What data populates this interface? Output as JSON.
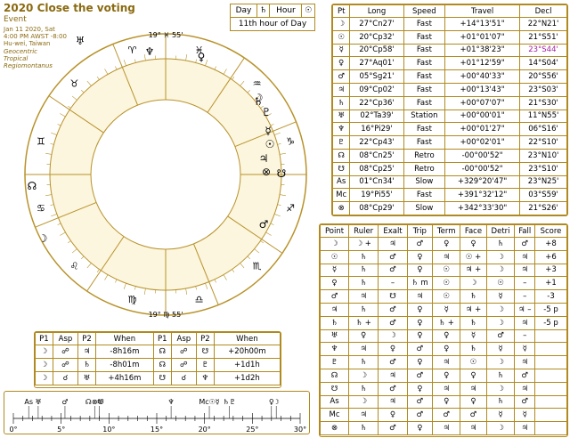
{
  "header": {
    "title": "2020 Close the voting",
    "subtitle": "Event",
    "lines": [
      "Jan 11 2020, Sat",
      "4:00 PM AWST -8:00",
      "Hu-wei, Taiwan"
    ],
    "italic_lines": [
      "Geocentric",
      "Tropical",
      "Regiomontanus"
    ]
  },
  "dayhour": {
    "day_label": "Day",
    "day_glyph": "♄",
    "hour_label": "Hour",
    "hour_glyph": "☉",
    "caption": "11th hour of Day"
  },
  "wheel": {
    "cusp_labels": [
      "19° ♓ 55'",
      "19° ♍ 55'"
    ],
    "sign_glyphs": [
      "♈",
      "♉",
      "♊",
      "♋",
      "♌",
      "♍",
      "♎",
      "♏",
      "♐",
      "♑",
      "♒",
      "♓"
    ]
  },
  "positions": {
    "headers": [
      "Pt",
      "Long",
      "Speed",
      "Travel",
      "Decl"
    ],
    "rows": [
      {
        "pt": "☽",
        "long": "27°Cn27'",
        "speed": "Fast",
        "travel": "+14°13'51\"",
        "decl": "22°N21'"
      },
      {
        "pt": "☉",
        "long": "20°Cp32'",
        "speed": "Fast",
        "travel": "+01°01'07\"",
        "decl": "21°S51'"
      },
      {
        "pt": "☿",
        "long": "20°Cp58'",
        "speed": "Fast",
        "travel": "+01°38'23\"",
        "decl": "23°S44'",
        "purple": true
      },
      {
        "pt": "♀",
        "long": "27°Aq01'",
        "speed": "Fast",
        "travel": "+01°12'59\"",
        "decl": "14°S04'"
      },
      {
        "pt": "♂",
        "long": "05°Sg21'",
        "speed": "Fast",
        "travel": "+00°40'33\"",
        "decl": "20°S56'"
      },
      {
        "pt": "♃",
        "long": "09°Cp02'",
        "speed": "Fast",
        "travel": "+00°13'43\"",
        "decl": "23°S03'"
      },
      {
        "pt": "♄",
        "long": "22°Cp36'",
        "speed": "Fast",
        "travel": "+00°07'07\"",
        "decl": "21°S30'"
      },
      {
        "pt": "♅",
        "long": "02°Ta39'",
        "speed": "Station",
        "travel": "+00°00'01\"",
        "decl": "11°N55'"
      },
      {
        "pt": "♆",
        "long": "16°Pi29'",
        "speed": "Fast",
        "travel": "+00°01'27\"",
        "decl": "06°S16'"
      },
      {
        "pt": "♇",
        "long": "22°Cp43'",
        "speed": "Fast",
        "travel": "+00°02'01\"",
        "decl": "22°S10'"
      },
      {
        "pt": "☊",
        "long": "08°Cn25'",
        "speed": "Retro",
        "travel": "-00°00'52\"",
        "decl": "23°N10'"
      },
      {
        "pt": "☋",
        "long": "08°Cp25'",
        "speed": "Retro",
        "travel": "-00°00'52\"",
        "decl": "23°S10'"
      },
      {
        "pt": "As",
        "long": "01°Cn34'",
        "speed": "Slow",
        "travel": "+329°20'47\"",
        "decl": "23°N25'"
      },
      {
        "pt": "Mc",
        "long": "19°Pi55'",
        "speed": "Fast",
        "travel": "+391°32'12\"",
        "decl": "03°S59'"
      },
      {
        "pt": "⊗",
        "long": "08°Cp29'",
        "speed": "Slow",
        "travel": "+342°33'30\"",
        "decl": "21°S26'"
      }
    ]
  },
  "dignities": {
    "headers": [
      "Point",
      "Ruler",
      "Exalt",
      "Trip",
      "Term",
      "Face",
      "Detri",
      "Fall",
      "Score"
    ],
    "rows": [
      [
        "☽",
        "☽ +",
        "♃",
        "♂",
        "♀",
        "♀",
        "♄",
        "♂",
        "+8"
      ],
      [
        "☉",
        "♄",
        "♂",
        "♀",
        "♃",
        "☉ +",
        "☽",
        "♃",
        "+6"
      ],
      [
        "☿",
        "♄",
        "♂",
        "♀",
        "☉",
        "♃ +",
        "☽",
        "♃",
        "+3"
      ],
      [
        "♀",
        "♄",
        "–",
        "♄ m",
        "☉",
        "☽",
        "☉",
        "–",
        "+1"
      ],
      [
        "♂",
        "♃",
        "☋",
        "♃",
        "☉",
        "♄",
        "☿",
        "–",
        "-3"
      ],
      [
        "♃",
        "♄",
        "♂",
        "♀",
        "☿",
        "♃ +",
        "☽",
        "♃ –",
        "-5 p"
      ],
      [
        "♄",
        "♄ +",
        "♂",
        "♀",
        "♄ +",
        "♄",
        "☽",
        "♃",
        "-5 p"
      ],
      [
        "♅",
        "♀",
        "☽",
        "♀",
        "♀",
        "☿",
        "♂",
        "–",
        ""
      ],
      [
        "♆",
        "♃",
        "♀",
        "♂",
        "♀",
        "♄",
        "☿",
        "☿",
        ""
      ],
      [
        "♇",
        "♄",
        "♂",
        "♀",
        "♃",
        "☉",
        "☽",
        "♃",
        ""
      ],
      [
        "☊",
        "☽",
        "♃",
        "♂",
        "♀",
        "♀",
        "♄",
        "♂",
        ""
      ],
      [
        "☋",
        "♄",
        "♂",
        "♀",
        "♃",
        "♃",
        "☽",
        "♃",
        ""
      ],
      [
        "As",
        "☽",
        "♃",
        "♂",
        "♀",
        "♀",
        "♄",
        "♂",
        ""
      ],
      [
        "Mc",
        "♃",
        "♀",
        "♂",
        "♂",
        "♂",
        "☿",
        "☿",
        ""
      ],
      [
        "⊗",
        "♄",
        "♂",
        "♀",
        "♃",
        "♃",
        "☽",
        "♃",
        ""
      ]
    ]
  },
  "aspects": {
    "headers": [
      "P1",
      "Asp",
      "P2",
      "When",
      "P1",
      "Asp",
      "P2",
      "When"
    ],
    "rows": [
      [
        "☽",
        "☍",
        "♃",
        "-8h16m",
        "☊",
        "☍",
        "☋",
        "+20h00m"
      ],
      [
        "☽",
        "☍",
        "♄",
        "-8h01m",
        "☊",
        "☍",
        "♇",
        "+1d1h"
      ],
      [
        "☽",
        "☌",
        "♅",
        "+4h16m",
        "☋",
        "☌",
        "♆",
        "+1d2h"
      ]
    ]
  },
  "ruler": {
    "ticks": [
      "0°",
      "5°",
      "10°",
      "15°",
      "20°",
      "25°",
      "30°"
    ],
    "markers": [
      {
        "glyph": "As",
        "deg": 1.6
      },
      {
        "glyph": "♅",
        "deg": 2.6
      },
      {
        "glyph": "♂",
        "deg": 5.4
      },
      {
        "glyph": "☊⊗☋",
        "deg": 8.5
      },
      {
        "glyph": "♃",
        "deg": 9.0
      },
      {
        "glyph": "♆",
        "deg": 16.5
      },
      {
        "glyph": "Mc☉☿",
        "deg": 20.5
      },
      {
        "glyph": "♄♇",
        "deg": 22.6
      },
      {
        "glyph": "♀",
        "deg": 27.0
      },
      {
        "glyph": "☽",
        "deg": 27.5
      }
    ]
  }
}
